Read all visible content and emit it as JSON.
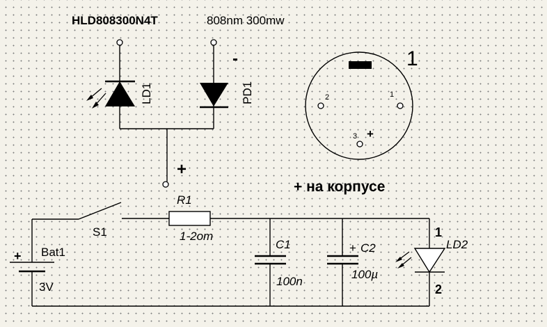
{
  "header": {
    "part": "HLD808300N4T",
    "spec": "808nm 300mw"
  },
  "laser": {
    "ld1": "LD1",
    "pd1": "PD1",
    "minus": "-",
    "plus": "+"
  },
  "package": {
    "number": "1",
    "pin1": "1",
    "pin2": "2",
    "pin3": "3",
    "pin_plus": "+",
    "note": "+ на корпусе"
  },
  "circuit": {
    "switch": "S1",
    "resistor": "R1",
    "resistor_value": "1-2om",
    "battery": "Bat1",
    "battery_plus": "+",
    "battery_value": "3V",
    "c1": "C1",
    "c1_value": "100n",
    "c2": "C2",
    "c2_plus": "+",
    "c2_value": "100µ",
    "ld2": "LD2",
    "ld2_pin1": "1",
    "ld2_pin2": "2"
  }
}
